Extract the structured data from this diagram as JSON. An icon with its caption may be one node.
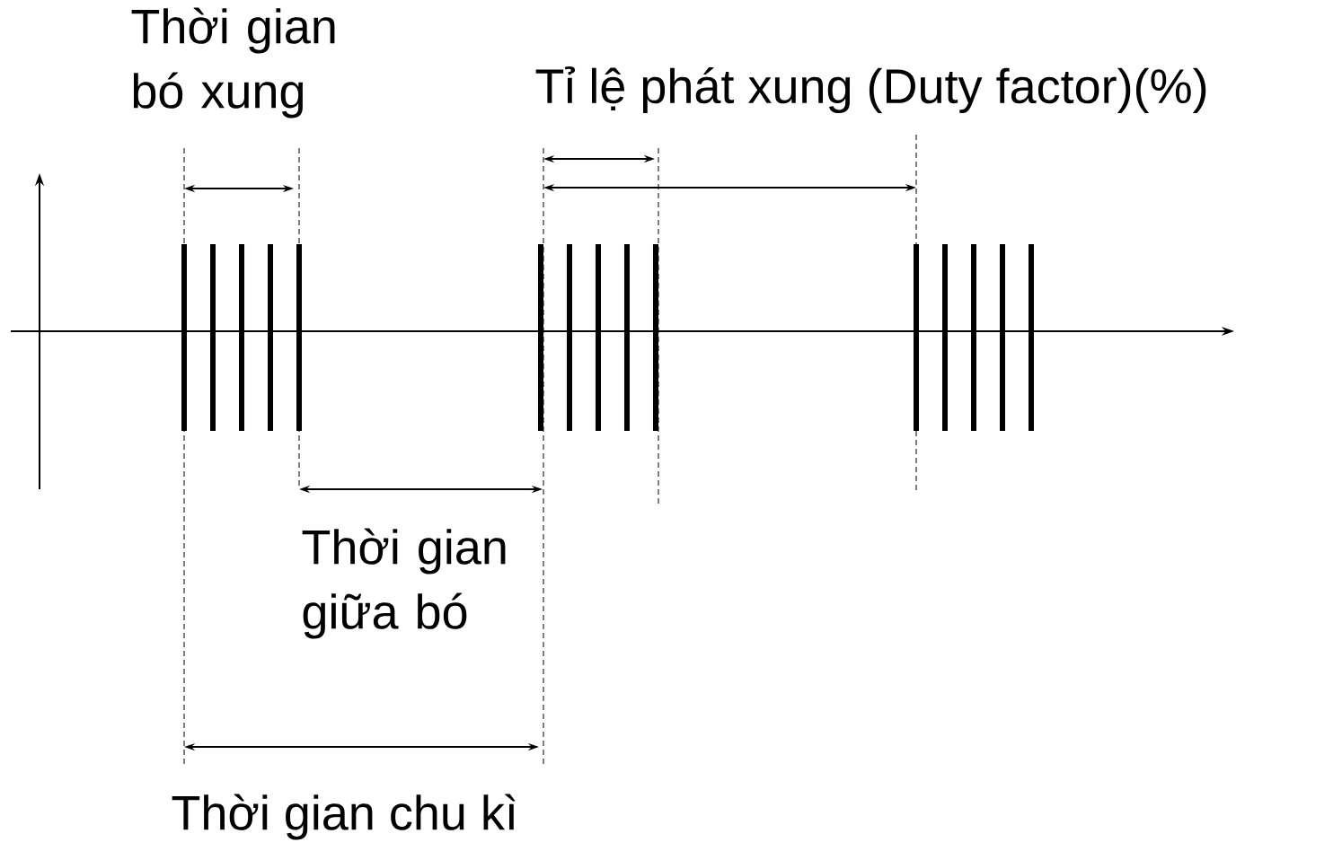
{
  "diagram": {
    "labels": [
      "Thời gian bó xung",
      "Tỉ lệ phát xung (Duty factor)(%)",
      "Thời gian giữa bó",
      "Thời gian chu kì"
    ]
  }
}
